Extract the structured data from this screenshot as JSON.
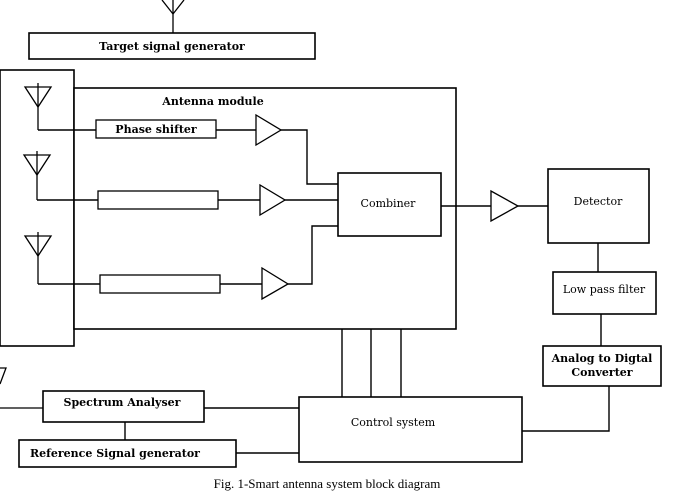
{
  "diagram": {
    "target_signal_generator": "Target signal generator",
    "antenna_module": "Antenna module",
    "phase_shifter": "Phase shifter",
    "combiner": "Combiner",
    "detector": "Detector",
    "low_pass_filter": "Low pass filter",
    "adc_line1": "Analog to Digtal",
    "adc_line2": "Converter",
    "control_system": "Control system",
    "spectrum_analyser": "Spectrum Analyser",
    "reference_signal_generator": "Reference Signal generator"
  },
  "caption": "Fig. 1-Smart antenna system block diagram"
}
